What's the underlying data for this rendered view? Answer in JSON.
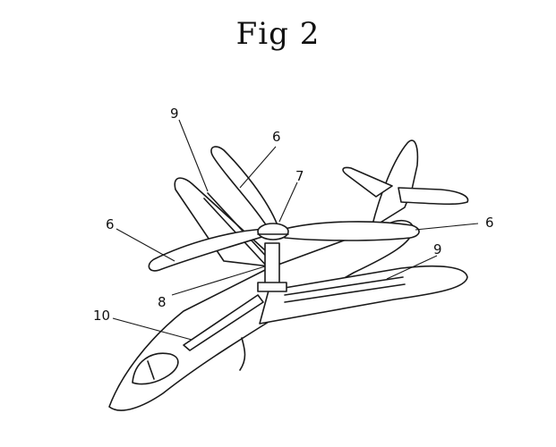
{
  "title": "Fig 2",
  "callouts": [
    "9",
    "6",
    "7",
    "6",
    "6",
    "9",
    "8",
    "10"
  ]
}
